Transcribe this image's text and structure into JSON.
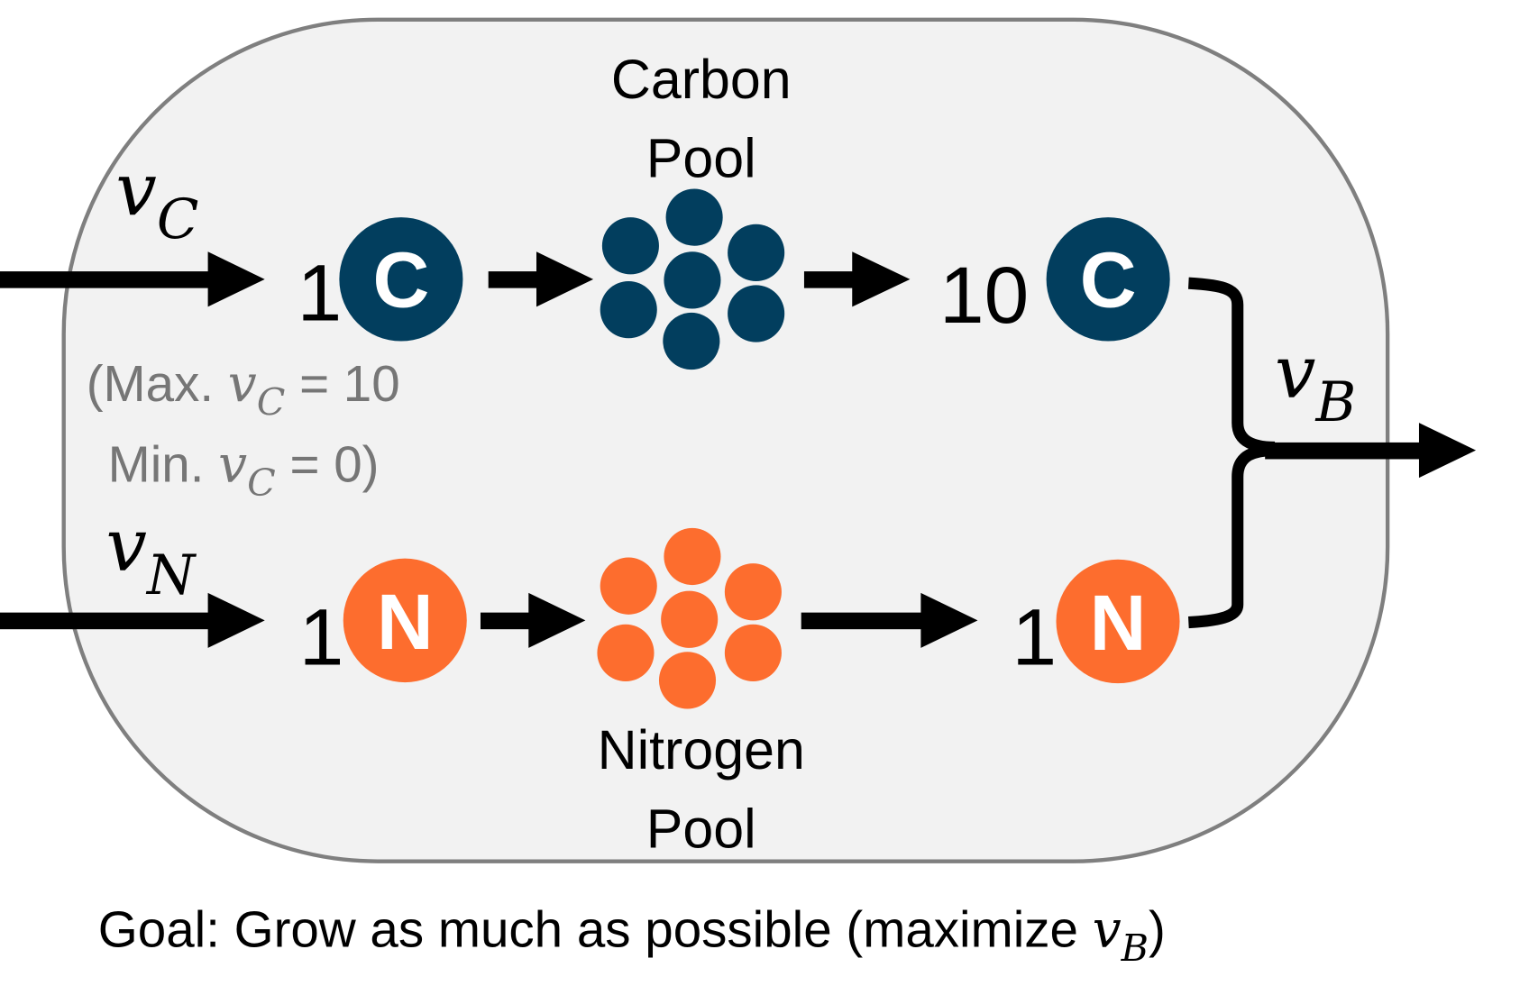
{
  "labels": {
    "carbon_pool": [
      "Carbon",
      "Pool"
    ],
    "nitrogen_pool": [
      "Nitrogen",
      "Pool"
    ],
    "v_c": {
      "main": "v",
      "sub": "C"
    },
    "v_n": {
      "main": "v",
      "sub": "N"
    },
    "v_b": {
      "main": "v",
      "sub": "B"
    },
    "carbon_in_coef": "1",
    "carbon_out_coef": "10",
    "nitrogen_in_coef": "1",
    "nitrogen_out_coef": "1",
    "carbon_symbol": "C",
    "nitrogen_symbol": "N",
    "max_line": {
      "prefix": "(Max. ",
      "v": "v",
      "sub": "C",
      "suffix": " = 10"
    },
    "min_line": {
      "prefix": "Min. ",
      "v": "v",
      "sub": "C",
      "suffix": " = 0)"
    },
    "goal": {
      "prefix": "Goal: Grow as much as possible (maximize ",
      "v": "v",
      "sub": "B",
      "suffix": ")"
    }
  },
  "colors": {
    "carbon": "#023e5e",
    "nitrogen": "#fd6d2e",
    "cell_fill": "#f2f2f2",
    "cell_border": "#7f7f7f",
    "note": "#767676"
  }
}
